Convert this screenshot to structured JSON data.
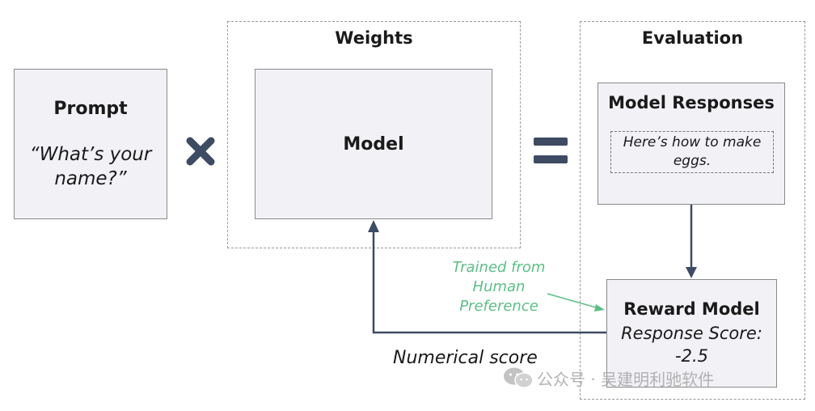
{
  "prompt": {
    "title": "Prompt",
    "quote_line1": "“What’s your",
    "quote_line2": "name?”"
  },
  "weights": {
    "title": "Weights",
    "model_label": "Model"
  },
  "evaluation": {
    "title": "Evaluation",
    "responses_title": "Model Responses",
    "response_line1": "Here’s how to make",
    "response_line2": "eggs.",
    "reward_title": "Reward Model",
    "score_label": "Response Score:",
    "score_value": "-2.5"
  },
  "annotations": {
    "trained_line1": "Trained from",
    "trained_line2": "Human",
    "trained_line3": "Preference",
    "numerical_score": "Numerical score"
  },
  "watermark": {
    "text": "公众号 · 吴建明利驰软件"
  },
  "colors": {
    "arrow": "#3d4b63",
    "green": "#5cbf86",
    "box_fill": "#f1f1f6"
  },
  "icons": {
    "multiply": "multiply-icon",
    "equals": "equals-icon",
    "watermark": "wechat-icon"
  }
}
